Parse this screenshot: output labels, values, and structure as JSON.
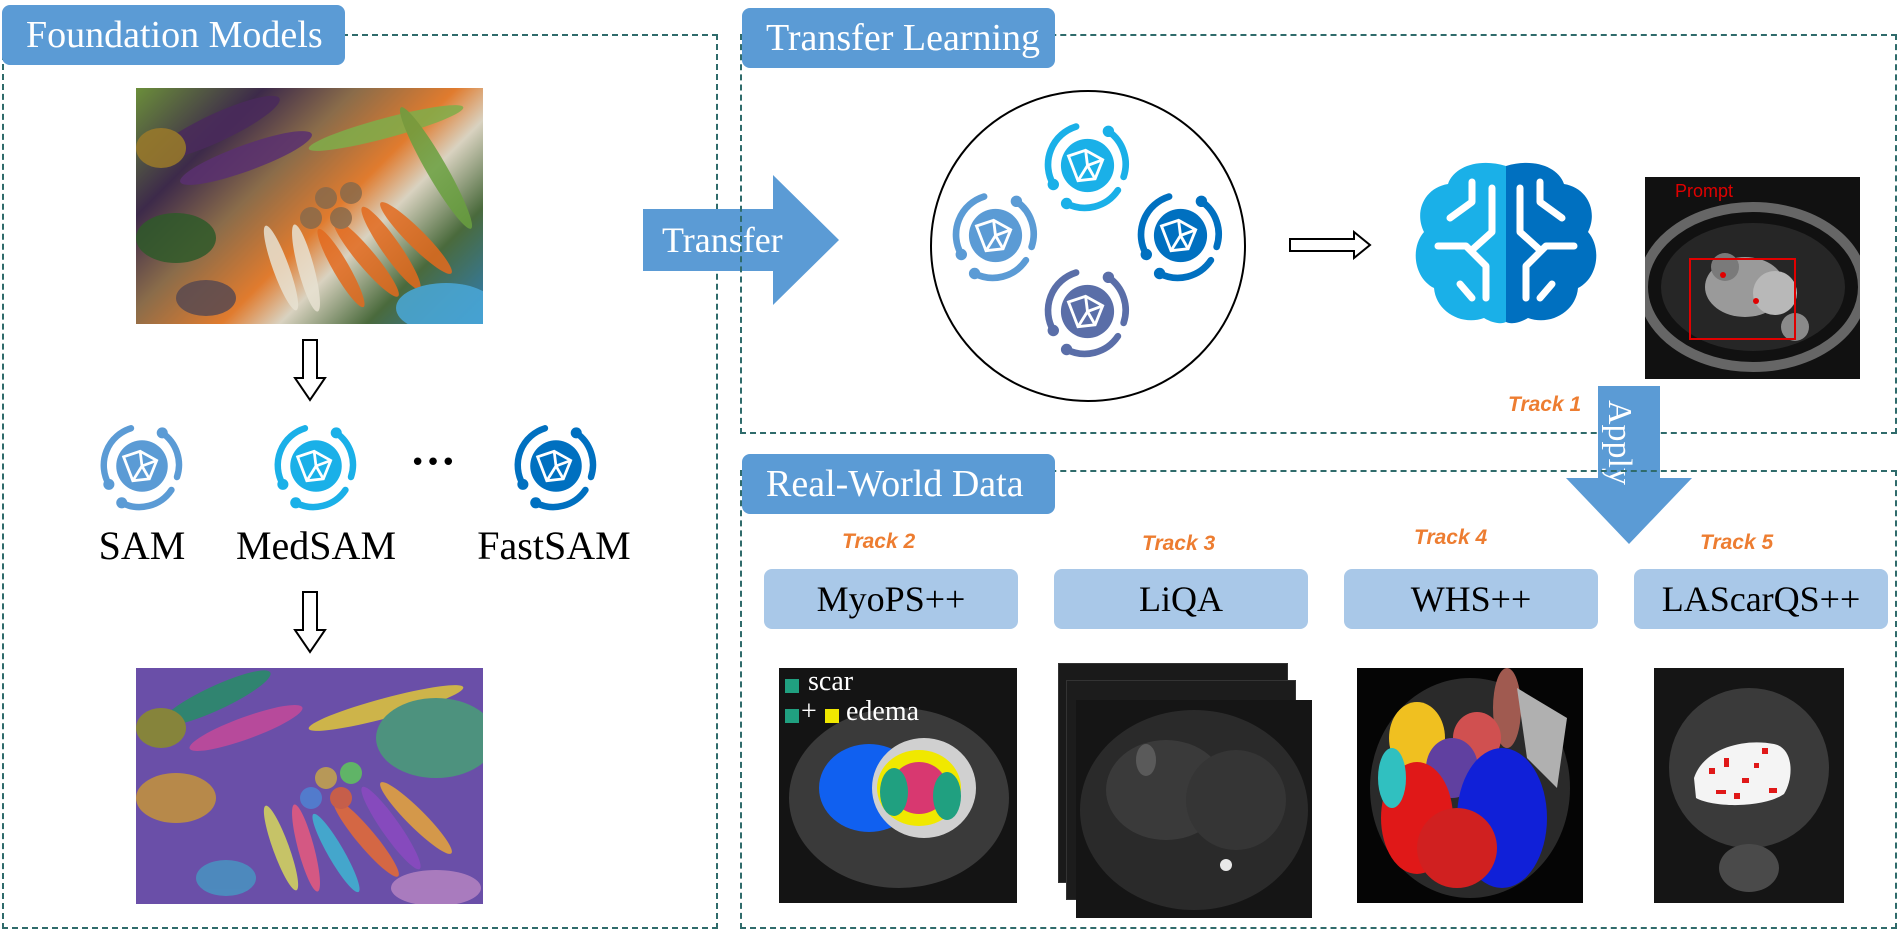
{
  "sections": {
    "foundation": "Foundation Models",
    "transfer_learning": "Transfer Learning",
    "real_world": "Real-World Data"
  },
  "arrows": {
    "transfer": "Transfer",
    "apply": "Apply"
  },
  "models": [
    "SAM",
    "MedSAM",
    "FastSAM"
  ],
  "ellipsis": "•••",
  "prompt_label": "Prompt",
  "tracks": [
    {
      "track": "Track 1",
      "dataset": ""
    },
    {
      "track": "Track 2",
      "dataset": "MyoPS++"
    },
    {
      "track": "Track 3",
      "dataset": "LiQA"
    },
    {
      "track": "Track 4",
      "dataset": "WHS++"
    },
    {
      "track": "Track 5",
      "dataset": "LAScarQS++"
    }
  ],
  "legend": {
    "scar": "scar",
    "edema_plus": "+",
    "edema": "edema"
  },
  "colors": {
    "section_tab": "#5b9bd5",
    "dataset_box": "#a9c8e8",
    "track_text": "#ed7d31",
    "panel_border": "#2f6b6b",
    "icon_light": "#1ab0e8",
    "icon_mid": "#4a8fd6",
    "icon_dark": "#0070c0",
    "icon_slate": "#5a6ea8"
  }
}
